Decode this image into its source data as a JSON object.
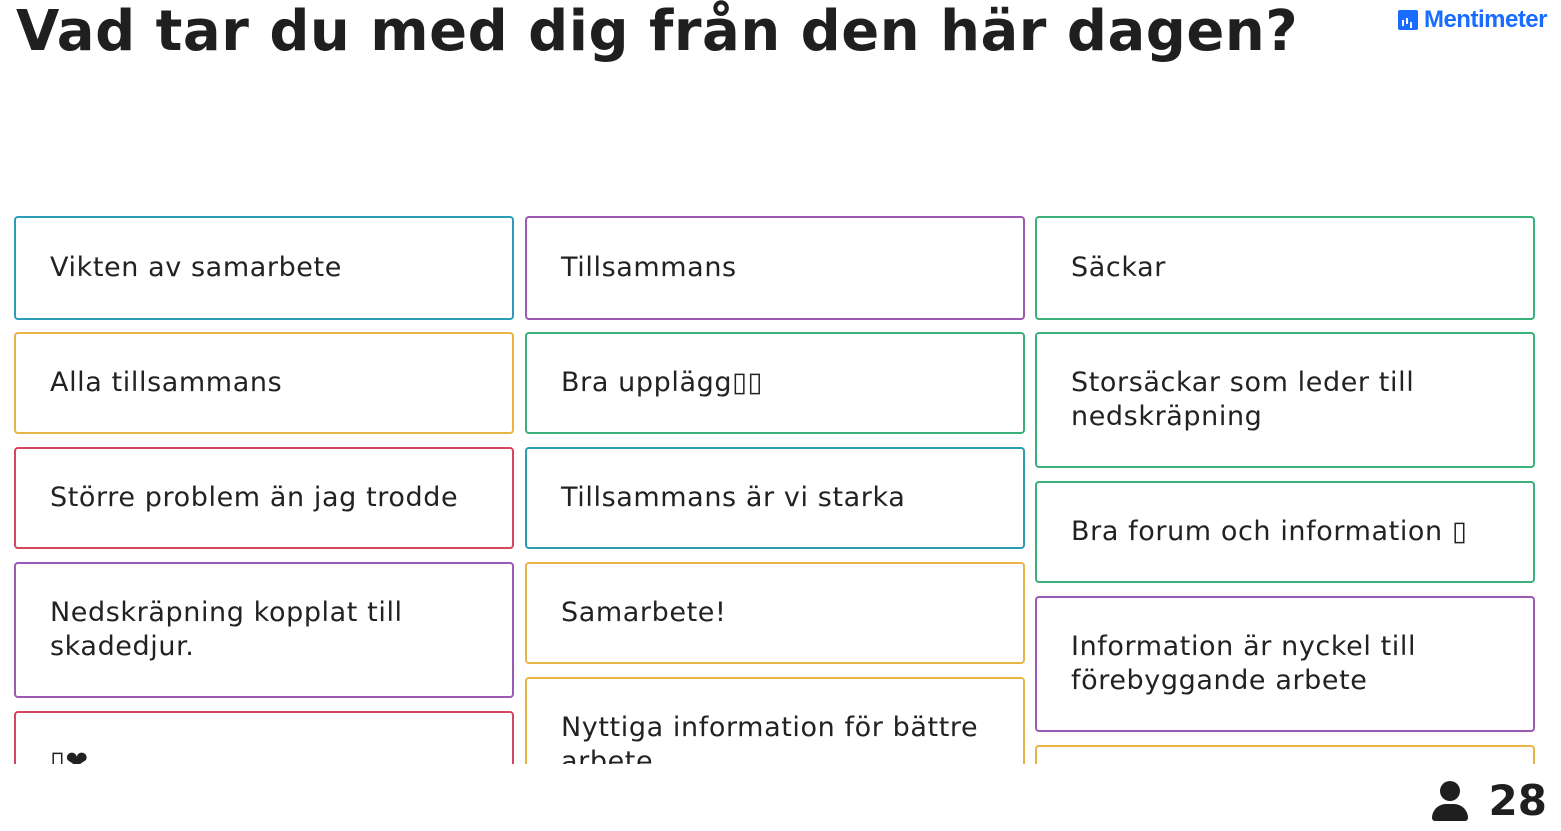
{
  "header": {
    "title": "Vad tar du med dig från den här dagen?",
    "logo_text": "Mentimeter",
    "logo_icon": "bar-chart-icon"
  },
  "colors": {
    "teal": "#2a9db4",
    "purple": "#9a59b5",
    "green": "#39b07a",
    "orange": "#e8b447",
    "red": "#d3475f",
    "brand": "#196cff"
  },
  "columns": [
    {
      "cards": [
        {
          "text": "Vikten av samarbete",
          "color": "#2a9db4"
        },
        {
          "text": "Alla tillsammans",
          "color": "#e8b447"
        },
        {
          "text": "Större problem än jag trodde",
          "color": "#d3475f"
        },
        {
          "text": "Nedskräpning kopplat till skadedjur.",
          "color": "#9a59b5"
        },
        {
          "text": "▯❤",
          "color": "#d3475f"
        }
      ]
    },
    {
      "cards": [
        {
          "text": "Tillsammans",
          "color": "#9a59b5"
        },
        {
          "text": "Bra upplägg▯▯",
          "color": "#39b07a"
        },
        {
          "text": "Tillsammans är vi starka",
          "color": "#2a9db4"
        },
        {
          "text": "Samarbete!",
          "color": "#e8b447"
        },
        {
          "text": "Nyttiga information för bättre arbete",
          "color": "#e8b447"
        }
      ]
    },
    {
      "cards": [
        {
          "text": "Säckar",
          "color": "#39b07a"
        },
        {
          "text": "Storsäckar som leder till nedskräpning",
          "color": "#39b07a"
        },
        {
          "text": "Bra forum och information ▯",
          "color": "#39b07a"
        },
        {
          "text": "Information är nyckel till förebyggande arbete",
          "color": "#9a59b5"
        },
        {
          "text": "",
          "color": "#e8b447"
        }
      ]
    }
  ],
  "footer": {
    "participant_icon": "user-icon",
    "participant_count": "28"
  }
}
